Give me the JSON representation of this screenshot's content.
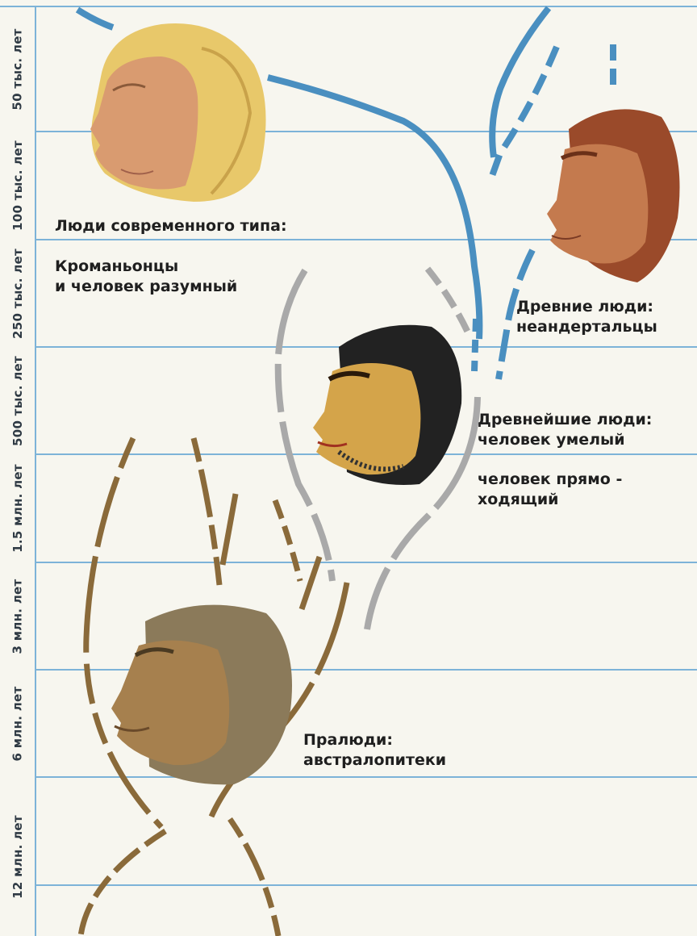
{
  "time_scale": [
    "50 тыс. лет",
    "100 тыс. лет",
    "250 тыс. лет",
    "500 тыс. лет",
    "1.5 млн. лет",
    "3 млн. лет",
    "6 млн. лет",
    "12 млн. лет"
  ],
  "groups": {
    "modern": {
      "title": "Люди современного типа:",
      "line1": "Кроманьонцы",
      "line2": "и  человек разумный",
      "portrait": "cro-magnon-head"
    },
    "ancient": {
      "line1": "Древние люди:",
      "line2": "неандертальцы",
      "portrait": "neanderthal-head"
    },
    "oldest": {
      "line1": "Древнейшие люди:",
      "line2": "человек умелый",
      "line3": "человек прямо -",
      "line4": "ходящий",
      "portrait": "homo-erectus-head"
    },
    "prehumans": {
      "line1": "Пралюди:",
      "line2": "австралопитеки",
      "portrait": "australopithecus-head"
    }
  },
  "colors": {
    "modern_line": "#4a8fc0",
    "oldest_line": "#a9a9a9",
    "prehuman_line": "#8a6a3a",
    "grid": "#7db3d8",
    "paper": "#f7f6ef"
  }
}
